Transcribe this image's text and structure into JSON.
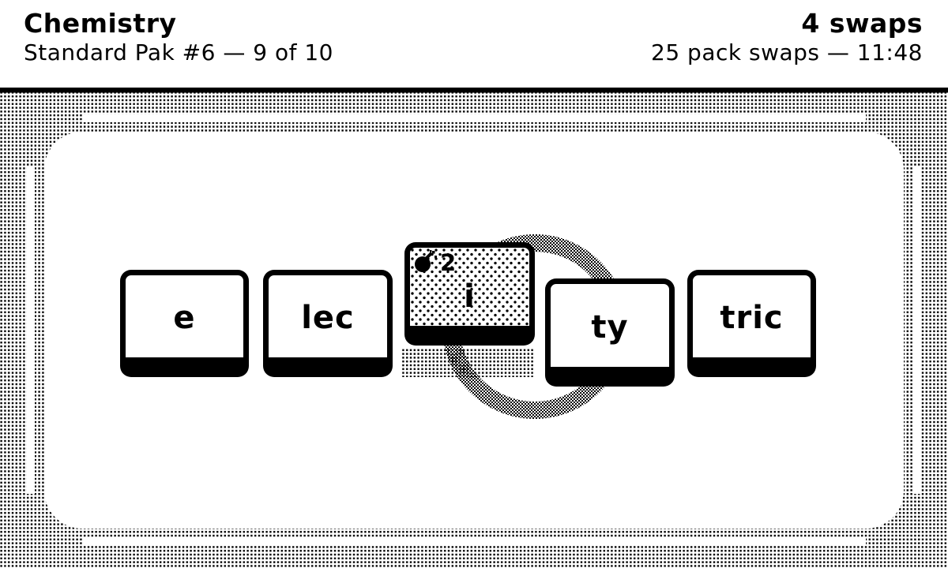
{
  "header": {
    "title": "Chemistry",
    "subtitle": "Standard Pak #6 — 9 of 10",
    "swaps_label": "4 swaps",
    "meta": "25 pack swaps — 11:48"
  },
  "board": {
    "tiles": [
      {
        "label": "e",
        "special": false
      },
      {
        "label": "lec",
        "special": false
      },
      {
        "label": "i",
        "special": true,
        "bomb_count": "2"
      },
      {
        "label": "ty",
        "special": false
      },
      {
        "label": "tric",
        "special": false
      }
    ]
  },
  "icons": {
    "bomb": "bomb-icon",
    "swap_ring": "swap-ring-icon"
  },
  "colors": {
    "ink": "#000000",
    "paper": "#ffffff"
  }
}
